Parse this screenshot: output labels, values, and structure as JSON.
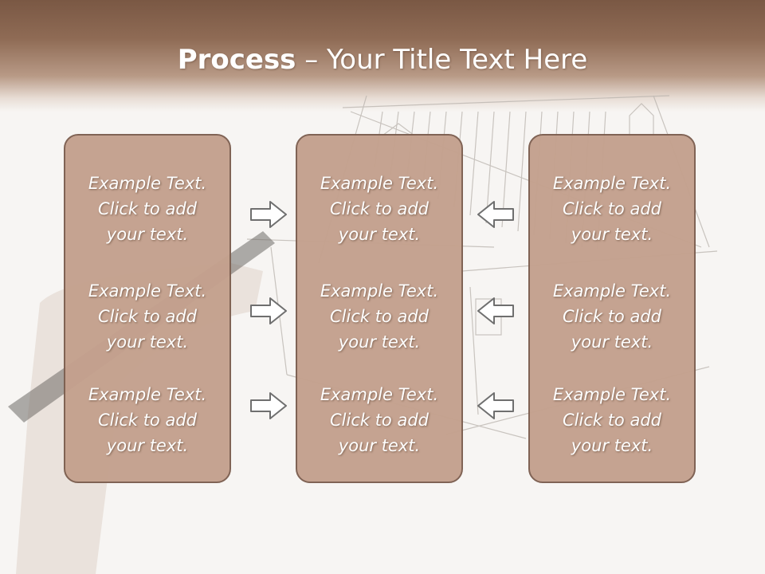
{
  "slide": {
    "title_strong": "Process",
    "title_rest": " – Your Title Text Here"
  },
  "columns": [
    {
      "items": [
        "Example Text.\nClick  to add\nyour text.",
        "Example Text.\nClick  to add\nyour text.",
        "Example Text.\nClick  to add\nyour text."
      ]
    },
    {
      "items": [
        "Example Text.\nClick  to add\nyour text.",
        "Example Text.\nClick  to add\nyour text.",
        "Example Text.\nClick  to add\nyour text."
      ]
    },
    {
      "items": [
        "Example Text.\nClick  to add\nyour text.",
        "Example Text.\nClick  to add\nyour text.",
        "Example Text.\nClick  to add\nyour text."
      ]
    }
  ],
  "arrows": {
    "left_group": "arrow-right-icon",
    "right_group": "arrow-left-icon"
  },
  "colors": {
    "header": "#8f6b55",
    "box_fill": "#c4a18e",
    "box_border": "#7d5f50",
    "text": "#ffffff"
  }
}
